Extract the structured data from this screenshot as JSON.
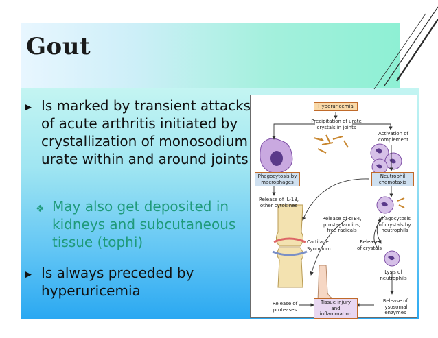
{
  "slide": {
    "title": "Gout",
    "bullets": [
      {
        "id": "b1",
        "text": "Is marked by transient attacks of acute arthritis initiated by crystallization of monosodium urate within and around joints"
      },
      {
        "id": "b2",
        "text": "May also get deposited in kidneys and subcutaneous tissue (tophi)"
      },
      {
        "id": "b3",
        "text": "Is always preceded by hyperuricemia"
      }
    ]
  },
  "diagram": {
    "labels": {
      "hyperuricemia": "Hyperuricemia",
      "precipitation": "Precipitation of urate\ncrystals in joints",
      "activation": "Activation of\ncomplement",
      "phagocytosis_macro": "Phagocytosis by\nmacrophages",
      "neutrophil_chemotaxis": "Neutrophil\nchemotaxis",
      "release_il1": "Release of IL-1β,\nother cytokines",
      "release_ltb4": "Release of LTB4,\nprostaglandins,\nfree radicals",
      "phago_neutro": "Phagocytosis\nof crystals by\nneutrophils",
      "cartilage": "Cartilage",
      "synovium": "Synovium",
      "release_crystals": "Release\nof crystals",
      "lysis": "Lysis of\nneutrophils",
      "release_proteases": "Release of\nproteases",
      "tissue_injury": "Tissue injury and\ninflammation",
      "release_lysosomal": "Release of\nlysosomal\nenzymes"
    }
  }
}
